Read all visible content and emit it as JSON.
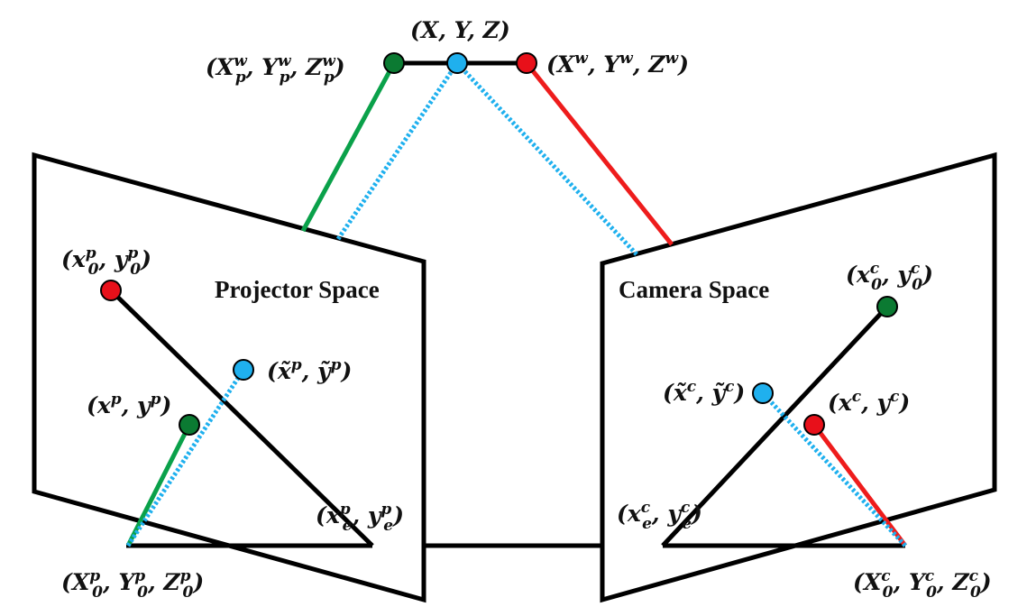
{
  "colors": {
    "outline": "#000000",
    "projector_ray": "#0aa14a",
    "camera_ray": "#ee1c1c",
    "ideal_ray": "#1fb0ee",
    "point_green": "#0b7a32",
    "point_red": "#e8101a",
    "point_blue": "#1fb0ee"
  },
  "planes": {
    "projector": {
      "title": "Projector Space"
    },
    "camera": {
      "title": "Camera Space"
    }
  },
  "labels": {
    "world_ideal": "(X, Y, Z)",
    "world_projector": {
      "base": "(X",
      "sup": "w",
      "sub": "p"
    },
    "world_camera": {
      "text": "(X^w, Y^w, Z^w)"
    },
    "projector_origin_2d": "(x0^p, y0^p)",
    "projector_ideal": "(x~^p, y~^p)",
    "projector_point": "(x^p, y^p)",
    "projector_end": "(xe^p, ye^p)",
    "projector_center": "(X0^p, Y0^p, Z0^p)",
    "camera_origin_2d": "(x0^c, y0^c)",
    "camera_ideal": "(x~^c, y~^c)",
    "camera_point": "(x^c, y^c)",
    "camera_end": "(xe^c, ye^c)",
    "camera_center": "(X0^c, Y0^c, Z0^c)"
  },
  "icons": {
    "projector_point": "green-dot-icon",
    "camera_point": "red-dot-icon",
    "ideal_point": "blue-dot-icon"
  }
}
